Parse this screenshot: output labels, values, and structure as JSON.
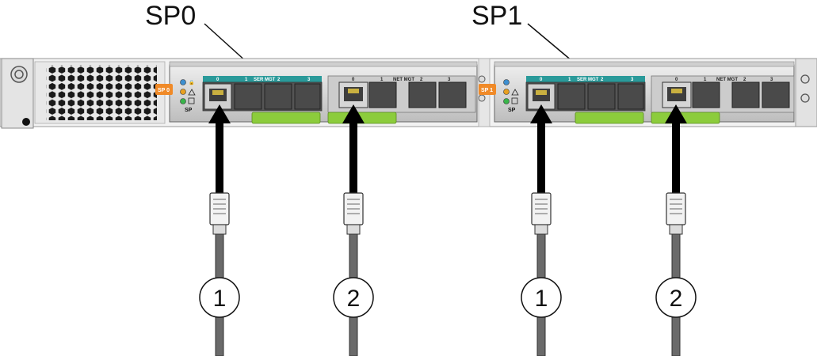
{
  "labels": {
    "sp0_title": "SP0",
    "sp1_title": "SP1"
  },
  "modules": [
    {
      "badge": "SP 0",
      "ser_port_numbers": [
        "0",
        "1",
        "2",
        "3"
      ],
      "ser_group_label": "SER MGT",
      "net_port_numbers": [
        "0",
        "1",
        "2",
        "3"
      ],
      "net_group_label": "NET MGT",
      "side_label": "SP"
    },
    {
      "badge": "SP 1",
      "ser_port_numbers": [
        "0",
        "1",
        "2",
        "3"
      ],
      "ser_group_label": "SER MGT",
      "net_port_numbers": [
        "0",
        "1",
        "2",
        "3"
      ],
      "net_group_label": "NET MGT",
      "side_label": "SP"
    }
  ],
  "callouts": [
    "1",
    "2",
    "1",
    "2"
  ],
  "colors": {
    "teal_strip": "#2a9a9a",
    "green_handle": "#8ccc3c",
    "orange_badge": "#f08a28",
    "chassis": "#d8d8d8",
    "port_dark": "#3e3e3e",
    "arrow": "#000000"
  },
  "icons": {
    "screw": "screw-icon",
    "vent": "vent-grille",
    "rj45": "rj45-connector-icon"
  }
}
